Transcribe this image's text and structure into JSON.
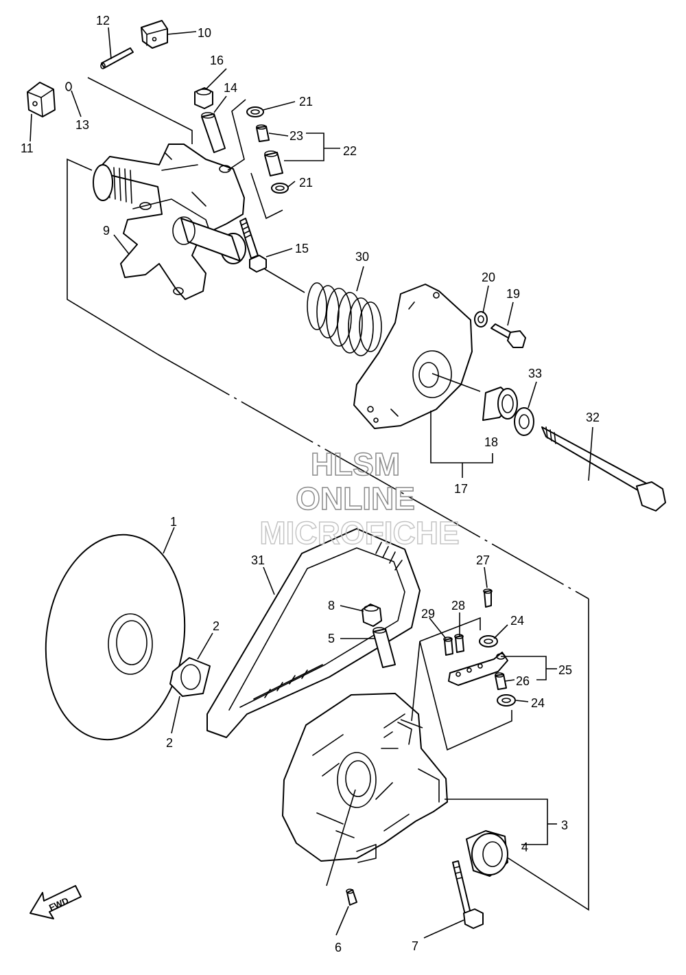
{
  "watermark": {
    "line1": "HLSM",
    "line2": "ONLINE",
    "line3": "MICROFICHE"
  },
  "direction_label": "FWD",
  "callouts": [
    "1",
    "2",
    "2",
    "3",
    "4",
    "5",
    "6",
    "7",
    "8",
    "9",
    "10",
    "11",
    "12",
    "13",
    "14",
    "15",
    "16",
    "17",
    "18",
    "19",
    "20",
    "21",
    "21",
    "22",
    "23",
    "24",
    "24",
    "25",
    "26",
    "27",
    "28",
    "29",
    "30",
    "31",
    "32",
    "33"
  ],
  "colors": {
    "line": "#000000",
    "watermark": "#8a8a8a",
    "background": "#ffffff"
  }
}
